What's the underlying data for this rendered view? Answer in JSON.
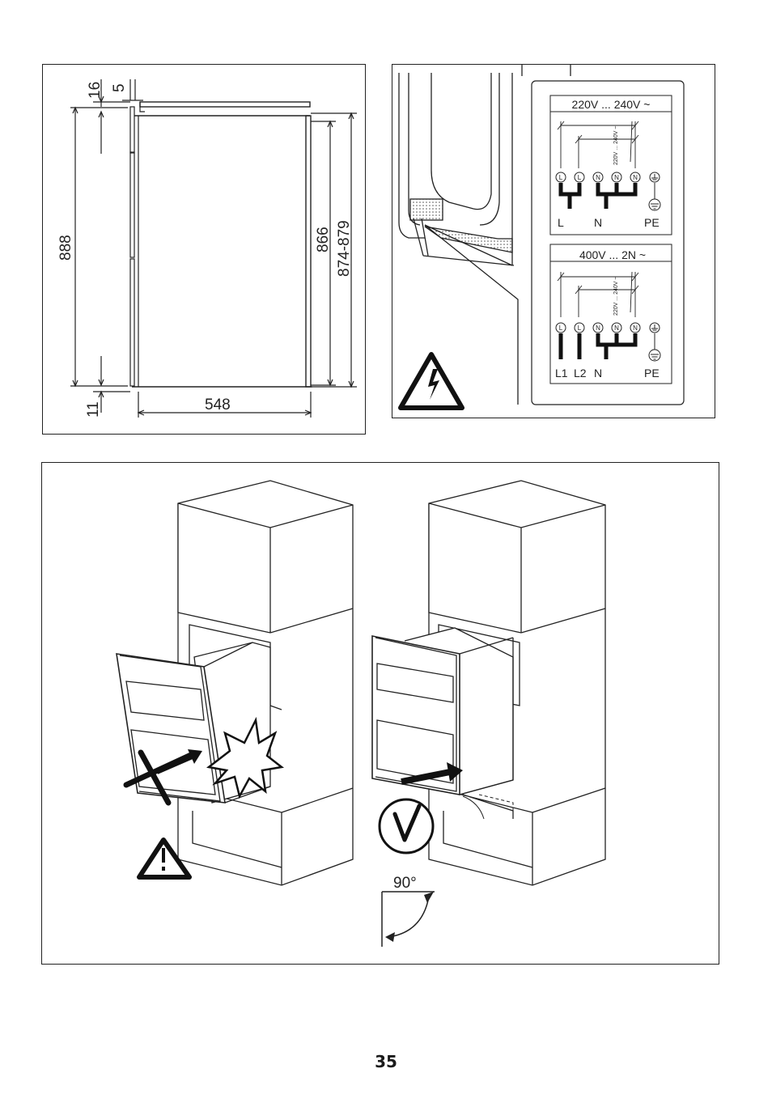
{
  "dimensions_panel": {
    "top_offset_mm": "16",
    "gap_mm": "5",
    "total_height_mm": "888",
    "bottom_offset_mm": "11",
    "niche_width_mm": "548",
    "inner_height_mm": "866",
    "niche_height_mm": "874-879"
  },
  "wiring_panel": {
    "single_phase": {
      "title": "220V ... 240V ~",
      "rotated_label": "220V ... 240V ~",
      "terminals": [
        "L",
        "L",
        "N",
        "N",
        "N"
      ],
      "outputs": [
        "L",
        "N",
        "PE"
      ]
    },
    "two_phase": {
      "title": "400V ... 2N ~",
      "rotated_label": "220V ... 240V ~",
      "terminals": [
        "L",
        "L",
        "N",
        "N",
        "N"
      ],
      "outputs": [
        "L1",
        "L2",
        "N",
        "PE"
      ]
    },
    "icons": [
      "electrical-hazard-icon",
      "earth-ground-icon"
    ]
  },
  "mounting_panel": {
    "angle_label": "90°",
    "icons": [
      "wrong-cross-icon",
      "collision-burst-icon",
      "warning-exclamation-icon",
      "correct-check-icon"
    ]
  },
  "page_number": "35"
}
